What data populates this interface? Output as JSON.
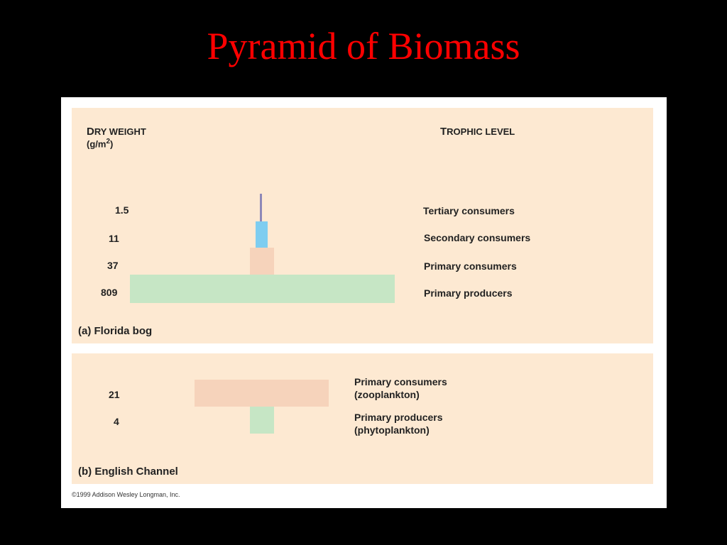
{
  "title": "Pyramid of Biomass",
  "headers": {
    "dry_weight_cap": "D",
    "dry_weight_rest": "RY WEIGHT",
    "dry_weight_unit": "(g/m",
    "dry_weight_exp": "2",
    "dry_weight_close": ")",
    "trophic_cap": "T",
    "trophic_rest": "ROPHIC LEVEL"
  },
  "colors": {
    "tertiary": "#8e88b8",
    "secondary": "#7ecdf0",
    "primary_consumers": "#f6d3bb",
    "primary_producers": "#c6e6c5",
    "panel_bg": "#fde9d2",
    "title": "#ff0000"
  },
  "panel_a": {
    "caption": "(a) Florida bog",
    "levels": [
      {
        "value": "1.5",
        "biomass": 1.5,
        "label": "Tertiary consumers",
        "color": "#8e88b8"
      },
      {
        "value": "11",
        "biomass": 11,
        "label": "Secondary consumers",
        "color": "#7ecdf0"
      },
      {
        "value": "37",
        "biomass": 37,
        "label": "Primary consumers",
        "color": "#f6d3bb"
      },
      {
        "value": "809",
        "biomass": 809,
        "label": "Primary producers",
        "color": "#c6e6c5"
      }
    ]
  },
  "panel_b": {
    "caption": "(b) English Channel",
    "levels": [
      {
        "value": "21",
        "biomass": 21,
        "label": "Primary consumers",
        "sublabel": "(zooplankton)",
        "color": "#f6d3bb"
      },
      {
        "value": "4",
        "biomass": 4,
        "label": "Primary producers",
        "sublabel": "(phytoplankton)",
        "color": "#c6e6c5"
      }
    ]
  },
  "copyright": "©1999 Addison Wesley Longman, Inc."
}
